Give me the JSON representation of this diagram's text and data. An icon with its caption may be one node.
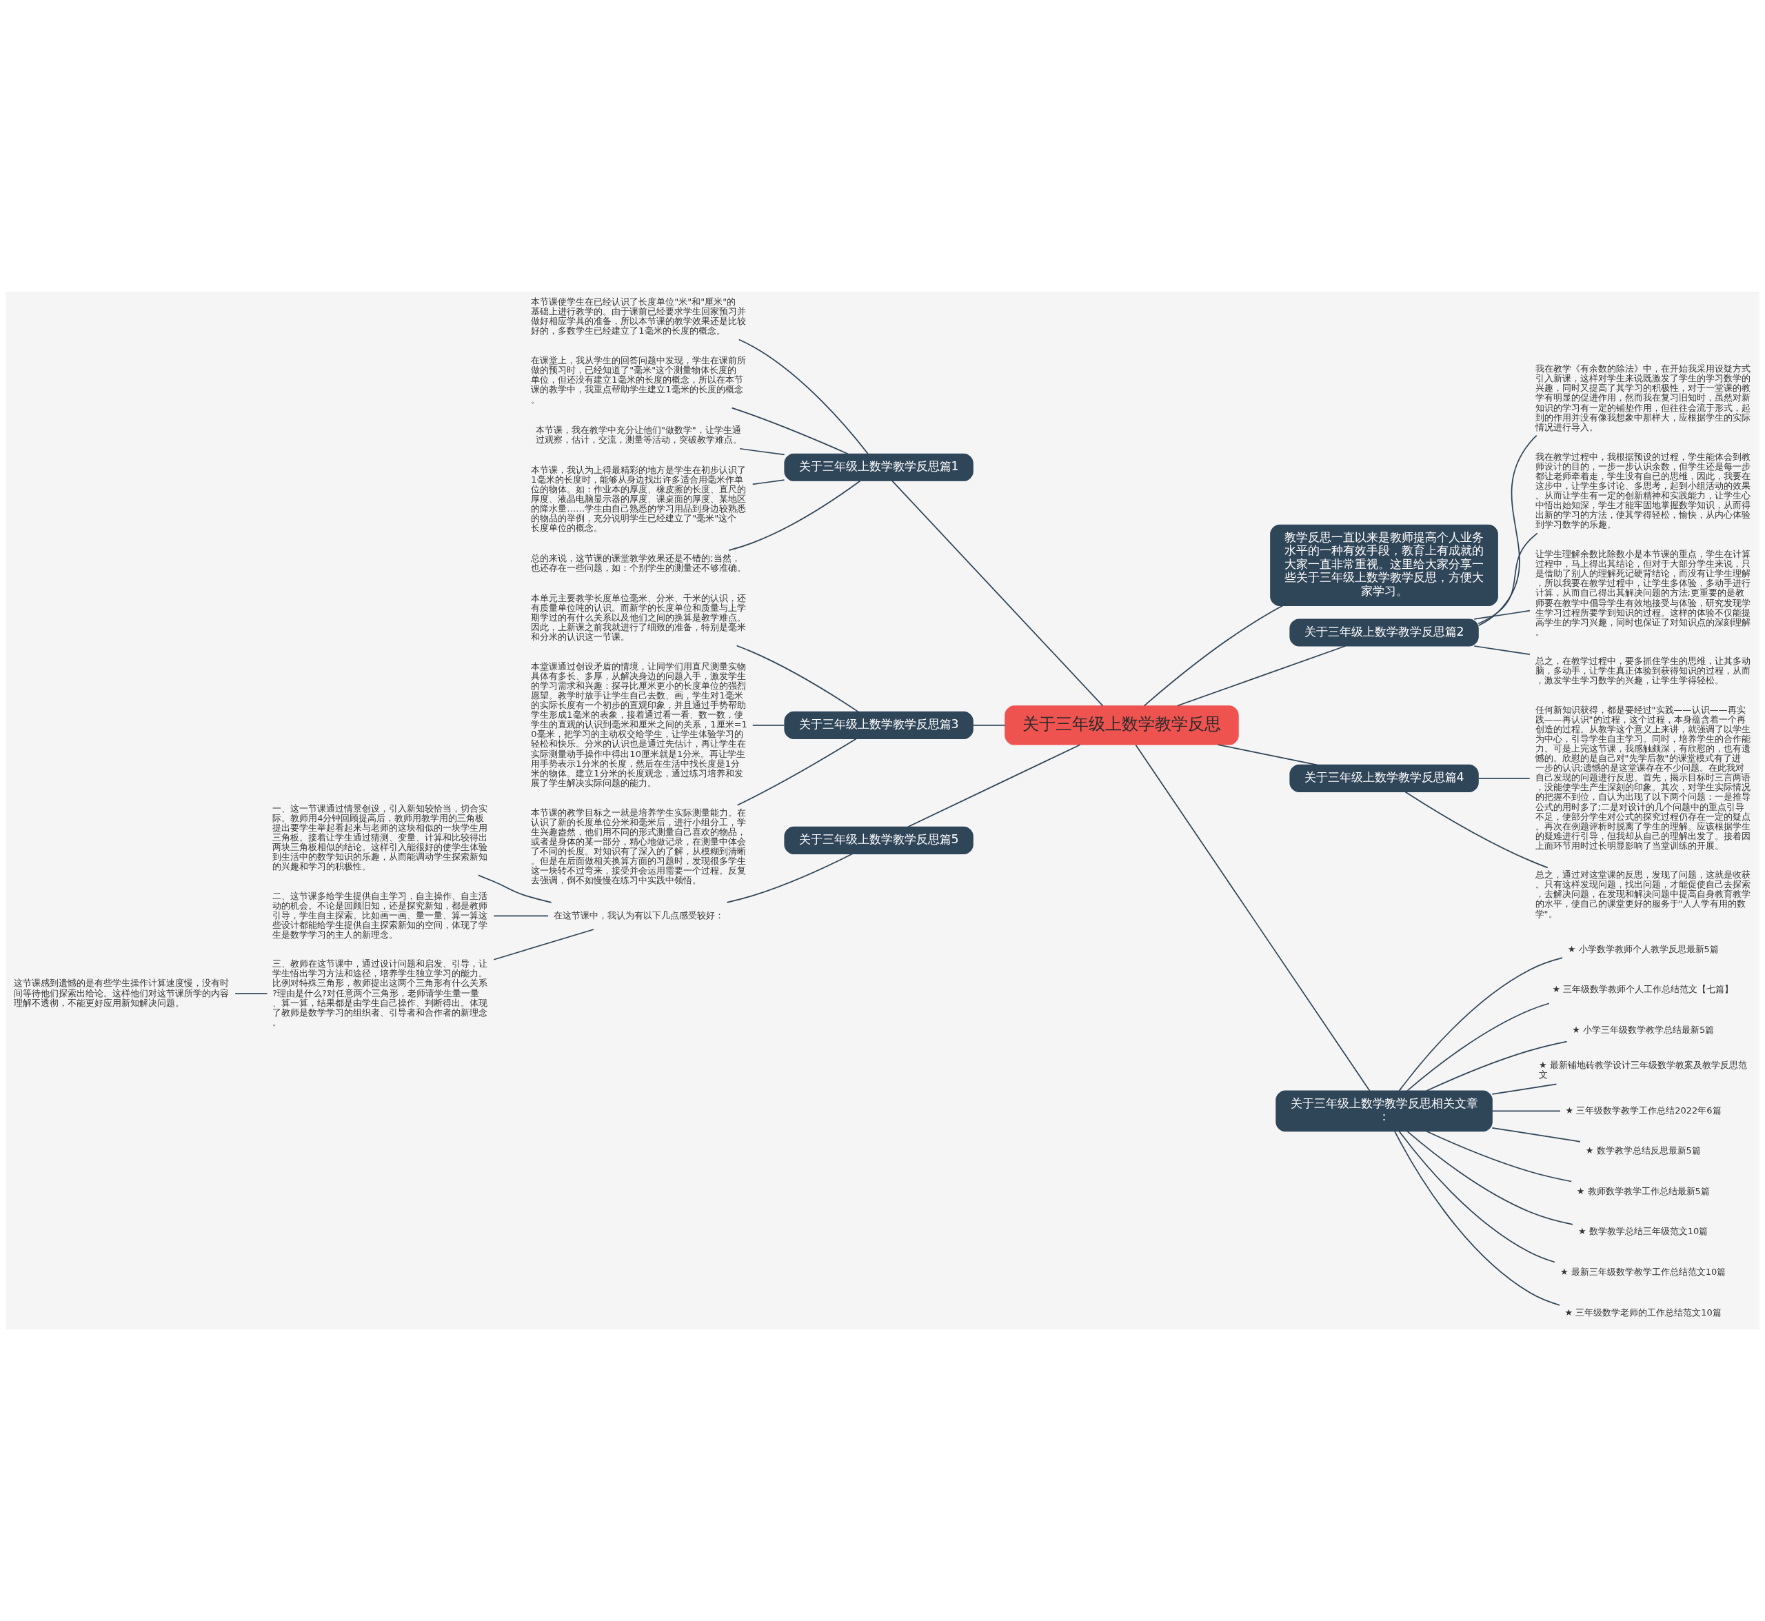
{
  "diagram": {
    "nodes": [
      {
        "text": [
          "关于三年级上数学教学反思"
        ]
      },
      {
        "text": [
          "教学反思一直以来是教师提高个人业务水平的一种有效手段，教育上有成就的大家一直非常重视。这里给大家分享一些关于三年级上数学教学反思，方便大家学习。"
        ]
      },
      {
        "text": [
          "关于三年级上数学教学反思篇1"
        ]
      },
      {
        "text": [
          "本节课使学生在已经认识了长度单位\"米\"和\"厘米\"的基础上进行教学的。由于课前已经要求学生回家预习并做好相应学具的准备，所以本节课的教学效果还是比较好的，多数学生已经建立了1毫米的长度的概念。"
        ]
      },
      {
        "text": [
          "在课堂上，我从学生的回答问题中发现，学生在课前所做的预习时，已经知道了\"毫米\"这个测量物体长度的单位，但还没有建立1毫米的长度的概念，所以在本节课的教学中，我重点帮助学生建立1毫米的长度的概念。"
        ]
      },
      {
        "text": [
          "本节课，我在教学中充分让他们\"做数学\"，让学生通过观察，估计，交流，测量等活动，突破教学难点。"
        ]
      },
      {
        "text": [
          "本节课，我认为上得最精彩的地方是学生在初步认识了1毫米的长度时，能够从身边找出许多适合用毫米作单位的物体。如：作业本的厚度、橡皮擦的长度、直尺的厚度、液晶电脑显示器的厚度、课桌面的厚度、某地区的降水量……学生由自己熟悉的学习用品到身边较熟悉的物品的举例，充分说明学生已经建立了\"毫米\"这个长度单位的概念。"
        ]
      },
      {
        "text": [
          "总的来说，这节课的课堂教学效果还是不错的;当然，也还存在一些问题，如：个别学生的测量还不够准确。"
        ]
      },
      {
        "text": [
          "关于三年级上数学教学反思篇2"
        ]
      },
      {
        "text": [
          "我在教学《有余数的除法》中，在开始我采用设疑方式引入新课，这样对学生来说既激发了学生的学习数学的兴趣，同时又提高了其学习的积极性，对于一堂课的教学有明显的促进作用，然而我在复习旧知时，虽然对新知识的学习有一定的铺垫作用，但往往会流于形式，起到的作用并没有像我想象中那样大，应根据学生的实际情况进行导入。"
        ]
      },
      {
        "text": [
          "我在教学过程中，我根据预设的过程，学生能体会到教师设计的目的，一步一步认识余数，但学生还是每一步都让老师牵着走，学生没有自已的思维，因此，我要在这步中，让学生多讨论、多思考，起到小组活动的效果。从而让学生有一定的创新精神和实践能力，让学生心中悟出始知深，学生才能牢固地掌握数学知识，从而得出新的学习的方法，使其学得轻松，愉快，从内心体验到学习数学的乐趣。"
        ]
      },
      {
        "text": [
          "让学生理解余数比除数小是本节课的重点，学生在计算过程中，马上得出其结论，但对于大部分学生来说，只是借助了别人的理解死记硬背结论，而没有让学生理解，所以我要在教学过程中，让学生多体验，多动手进行计算，从而自己得出其解决问题的方法;更重要的是教师要在教学中倡导学生有效地接受与体验，研究发现学生学习过程所要学到知识的过程。这样的体验不仅能提高学生的学习兴趣，同时也保证了对知识点的深刻理解。"
        ]
      },
      {
        "text": [
          "总之，在教学过程中，要多抓住学生的思维，让其多动脑，多动手，让学生真正体验到获得知识的过程，从而，激发学生学习数学的兴趣，让学生学得轻松。"
        ]
      },
      {
        "text": [
          "关于三年级上数学教学反思篇3"
        ]
      },
      {
        "text": [
          "本单元主要教学长度单位毫米、分米、千米的认识，还有质量单位吨的认识。而新学的长度单位和质量与上学期学过的有什么关系以及他们之间的换算是教学难点。因此，上新课之前我就进行了细致的准备，特别是毫米和分米的认识这一节课。"
        ]
      },
      {
        "text": [
          "本堂课通过创设矛盾的情境，让同学们用直尺测量实物具体有多长、多厚，从解决身边的问题入手，激发学生的学习需求和兴趣：探寻比厘米更小的长度单位的强烈愿望。教学时放手让学生自己去数、画，学生对1毫米的实际长度有一个初步的直观印象，并且通过手势帮助学生形成1毫米的表象，接着通过看一看、数一数，使学生的直观的认识到毫米和厘米之间的关系，1厘米=10毫米，把学习的主动权交给学生，让学生体验学习的轻松和快乐。分米的认识也是通过先估计，再让学生在实际测量动手操作中得出10厘米就是1分米。再让学生用手势表示1分米的长度，然后在生活中找长度是1分米的物体。建立1分米的长度观念，通过练习培养和发展了学生解决实际问题的能力。"
        ]
      },
      {
        "text": [
          "本节课的教学目标之一就是培养学生实际测量能力。在认识了新的长度单位分米和毫米后，进行小组分工，学生兴趣盎然，他们用不同的形式测量自己喜欢的物品，或者是身体的某一部分，精心地做记录，在测量中体会了不同的长度。对知识有了深入的了解，从模糊到清晰。但是在后面做相关换算方面的习题时，发现很多学生这一块转不过弯来，接受并会运用需要一个过程。反复去强调，倒不如慢慢在练习中实践中领悟。"
        ]
      },
      {
        "text": [
          "关于三年级上数学教学反思篇4"
        ]
      },
      {
        "text": [
          "任何新知识获得，都是要经过\"实践——认识——再实践——再认识\"的过程，这个过程，本身蕴含着一个再创造的过程。从教学这个意义上来讲，就强调了以学生为中心，引导学生自主学习。同时，培养学生的合作能力。可是上完这节课，我感触颇深，有欣慰的，也有遗憾的。欣慰的是自己对\"先学后教\"的课堂模式有了进一步的认识;遗憾的是这堂课存在不少问题。在此我对自己发现的问题进行反思。首先，揭示目标时三言两语，没能使学生产生深刻的印象。其次，对学生实际情况的把握不到位，自认为出现了以下两个问题：一是推导公式的用时多了;二是对设计的几个问题中的重点引导不足，使部分学生对公式的探究过程仍存在一定的疑点。再次在例题评析时脱离了学生的理解。应该根据学生的疑难进行引导，但我却从自己的理解出发了。接着因上面环节用时过长明显影响了当堂训练的开展。"
        ]
      },
      {
        "text": [
          "总之，通过对这堂课的反思，发现了问题，这就是收获。只有这样发现问题，找出问题，才能促使自己去探索，去解决问题，在发现和解决问题中提高自身教育教学的水平，使自己的课堂更好的服务于\"人人学有用的数学\"。"
        ]
      },
      {
        "text": [
          "关于三年级上数学教学反思篇5"
        ]
      },
      {
        "text": [
          "在这节课中，我认为有以下几点感受较好："
        ]
      },
      {
        "text": [
          "一、这一节课通过情景创设，引入新知较恰当，切合实际。教师用4分钟回顾提高后，教师用教学用的三角板提出要学生举起看起来与老师的这块相似的一块学生用三角板。接着让学生通过猜测、变量、计算和比较得出两块三角板相似的结论。这样引入能很好的使学生体验到生活中的数学知识的乐趣，从而能调动学生探索新知的兴趣和学习的积极性。"
        ]
      },
      {
        "text": [
          "二、这节课多给学生提供自主学习，自主操作、自主活动的机会。不论是回顾旧知，还是探究新知，都是教师引导，学生自主探索。比如画一画、量一量、算一算这些设计都能给学生提供自主探索新知的空间，体现了学生是数学学习的主人的新理念。"
        ]
      },
      {
        "text": [
          "三、教师在这节课中，通过设计问题和启发、引导，让学生悟出学习方法和途径，培养学生独立学习的能力。比例对特殊三角形，教师提出这两个三角形有什么关系?理由是什么?对任意两个三角形，老师请学生量一量、算一算，结果都是由学生自己操作、判断得出。体现了教师是数学学习的组织者、引导者和合作者的新理念。"
        ]
      },
      {
        "text": [
          "这节课感到遗憾的是有些学生操作计算速度慢，没有时间等待他们探索出给论。这样他们对这节课所学的内容理解不透彻，不能更好应用新知解决问题。"
        ]
      },
      {
        "text": [
          "关于三年级上数学教学反思相关文章："
        ]
      },
      {
        "text": [
          "★ 小学数学教师个人教学反思最新5篇"
        ]
      },
      {
        "text": [
          "★ 三年级数学教师个人工作总结范文【七篇】"
        ]
      },
      {
        "text": [
          "★ 小学三年级数学教学总结最新5篇"
        ]
      },
      {
        "text": [
          "★ 最新铺地砖教学设计三年级数学教案及教学反思范文"
        ]
      },
      {
        "text": [
          "★ 三年级数学教学工作总结2022年6篇"
        ]
      },
      {
        "text": [
          "★ 数学教学总结反思最新5篇"
        ]
      },
      {
        "text": [
          "★ 教师数学教学工作总结最新5篇"
        ]
      },
      {
        "text": [
          "★ 数学教学总结三年级范文10篇"
        ]
      },
      {
        "text": [
          "★ 最新三年级数学教学工作总结范文10篇"
        ]
      },
      {
        "text": [
          "★ 三年级数学老师的工作总结范文10篇"
        ]
      }
    ],
    "edges": [
      {
        "from": 0,
        "to": 1,
        "arrow": "none"
      },
      {
        "from": 0,
        "to": 2,
        "arrow": "none"
      },
      {
        "from": 2,
        "to": 3,
        "arrow": "none"
      },
      {
        "from": 2,
        "to": 4,
        "arrow": "none"
      },
      {
        "from": 2,
        "to": 5,
        "arrow": "none"
      },
      {
        "from": 2,
        "to": 6,
        "arrow": "none"
      },
      {
        "from": 2,
        "to": 7,
        "arrow": "none"
      },
      {
        "from": 0,
        "to": 8,
        "arrow": "none"
      },
      {
        "from": 8,
        "to": 9,
        "arrow": "none"
      },
      {
        "from": 8,
        "to": 10,
        "arrow": "none"
      },
      {
        "from": 8,
        "to": 11,
        "arrow": "none"
      },
      {
        "from": 8,
        "to": 12,
        "arrow": "none"
      },
      {
        "from": 0,
        "to": 13,
        "arrow": "none"
      },
      {
        "from": 13,
        "to": 14,
        "arrow": "none"
      },
      {
        "from": 13,
        "to": 15,
        "arrow": "none"
      },
      {
        "from": 13,
        "to": 16,
        "arrow": "none"
      },
      {
        "from": 0,
        "to": 17,
        "arrow": "none"
      },
      {
        "from": 17,
        "to": 18,
        "arrow": "none"
      },
      {
        "from": 17,
        "to": 19,
        "arrow": "none"
      },
      {
        "from": 0,
        "to": 20,
        "arrow": "none"
      },
      {
        "from": 20,
        "to": 21,
        "arrow": "none"
      },
      {
        "from": 21,
        "to": 22,
        "arrow": "none"
      },
      {
        "from": 21,
        "to": 23,
        "arrow": "none"
      },
      {
        "from": 21,
        "to": 24,
        "arrow": "none"
      },
      {
        "from": 24,
        "to": 25,
        "arrow": "none"
      },
      {
        "from": 0,
        "to": 26,
        "arrow": "none"
      },
      {
        "from": 26,
        "to": 27,
        "arrow": "none"
      },
      {
        "from": 26,
        "to": 28,
        "arrow": "none"
      },
      {
        "from": 26,
        "to": 29,
        "arrow": "none"
      },
      {
        "from": 26,
        "to": 30,
        "arrow": "none"
      },
      {
        "from": 26,
        "to": 31,
        "arrow": "none"
      },
      {
        "from": 26,
        "to": 32,
        "arrow": "none"
      },
      {
        "from": 26,
        "to": 33,
        "arrow": "none"
      },
      {
        "from": 26,
        "to": 34,
        "arrow": "none"
      },
      {
        "from": 26,
        "to": 35,
        "arrow": "none"
      },
      {
        "from": 26,
        "to": 36,
        "arrow": "none"
      }
    ]
  }
}
